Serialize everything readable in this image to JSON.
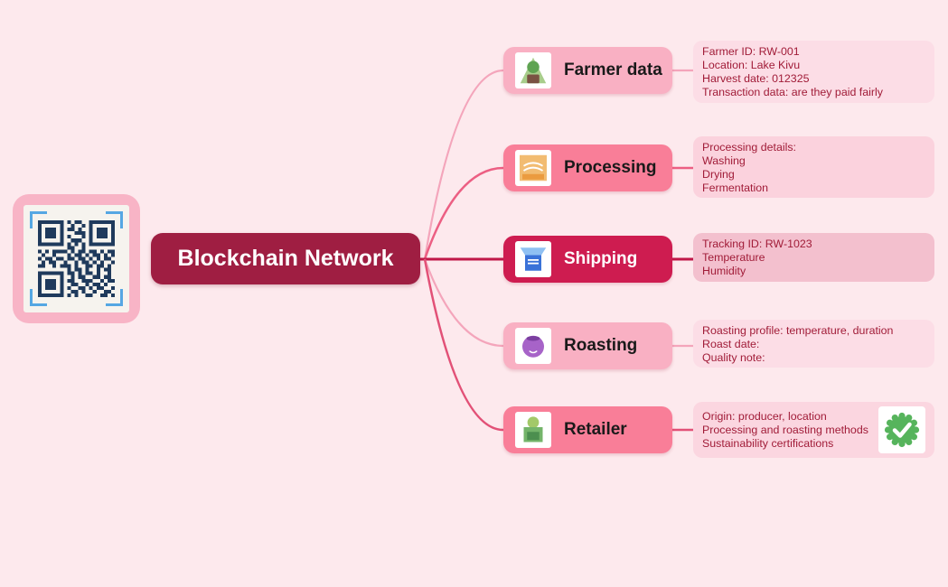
{
  "colors": {
    "background": "#fde9ed",
    "detail_text": "#a11c38"
  },
  "qr_panel": {
    "icon": "qr-code-icon",
    "frame_color": "#f8b4c6",
    "inner_bg": "#f6f3ee",
    "module_color": "#1f3a5c",
    "bracket_color": "#55a7e3",
    "matrix": [
      "111111101011001111111",
      "100000100100101000001",
      "101110101101001011101",
      "101110100011101011101",
      "101110101000101011101",
      "100000100111001000001",
      "111111101010101111111",
      "000000001100100000000",
      "101011110101101101011",
      "010010001011010110101",
      "101101101101101010110",
      "010110010010110101001",
      "110010111010011011010",
      "000000001011010010110",
      "111111101101011010010",
      "100000100101100110110",
      "101110101100111001011",
      "101110100110010110100",
      "101110101001101011001",
      "100000100110100100110",
      "111111101010011001101"
    ]
  },
  "central": {
    "label": "Blockchain Network",
    "bg": "#9f1e42",
    "text_color": "#ffffff"
  },
  "branches": [
    {
      "id": "farmer-data",
      "label": "Farmer data",
      "icon": "farmer-icon",
      "node_bg": "#f9b0c3",
      "label_color": "#1a1a1a",
      "line_color": "#f4a5bb",
      "detail_bg": "#fcdde6",
      "details": [
        "Farmer ID: RW-001",
        "Location: Lake Kivu",
        "Harvest date: 012325",
        "Transaction data: are they paid fairly"
      ]
    },
    {
      "id": "processing",
      "label": "Processing",
      "icon": "processing-icon",
      "node_bg": "#f97e98",
      "label_color": "#1a1a1a",
      "line_color": "#ec5f83",
      "detail_bg": "#fbd2dd",
      "details": [
        "Processing details:",
        "Washing",
        "Drying",
        "Fermentation"
      ]
    },
    {
      "id": "shipping",
      "label": "Shipping",
      "icon": "shipping-icon",
      "node_bg": "#ce1c50",
      "label_color": "#ffffff",
      "line_color": "#c01748",
      "detail_bg": "#f3c0ce",
      "details": [
        "Tracking ID: RW-1023",
        "Temperature",
        "Humidity"
      ]
    },
    {
      "id": "roasting",
      "label": "Roasting",
      "icon": "roasting-icon",
      "node_bg": "#f9b0c3",
      "label_color": "#1a1a1a",
      "line_color": "#f4a5bb",
      "detail_bg": "#fcdde6",
      "details": [
        "Roasting profile: temperature, duration",
        "Roast date:",
        "Quality note:"
      ]
    },
    {
      "id": "retailer",
      "label": "Retailer",
      "icon": "retailer-icon",
      "node_bg": "#f97e98",
      "label_color": "#1a1a1a",
      "line_color": "#e25177",
      "detail_bg": "#fbd6e0",
      "details": [
        "Origin: producer, location",
        "Processing and roasting methods",
        "Sustainability certifications"
      ],
      "badge": {
        "icon": "verified-check-icon",
        "color": "#56b45c"
      }
    }
  ]
}
